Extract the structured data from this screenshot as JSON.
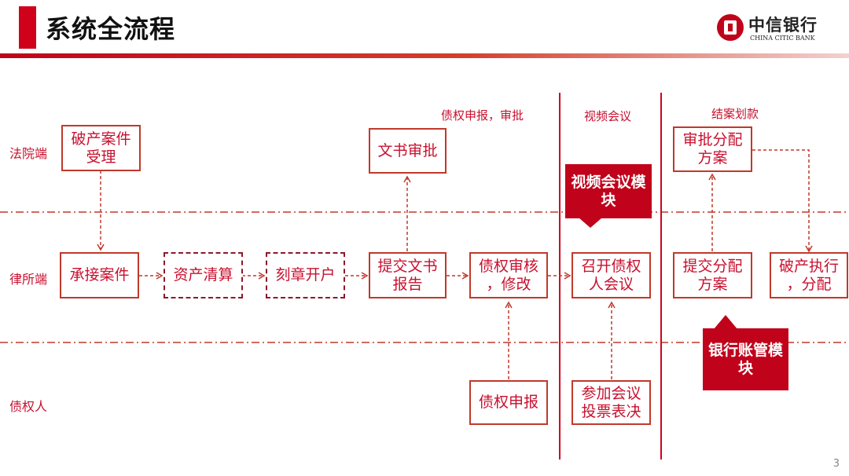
{
  "header": {
    "title": "系统全流程",
    "logo": {
      "name_cn": "中信银行",
      "name_en": "CHINA CITIC BANK"
    }
  },
  "lanes": {
    "court": "法院端",
    "law_firm": "律所端",
    "creditor": "债权人"
  },
  "sections": {
    "claim": "债权申报，审批",
    "video": "视频会议",
    "settle": "结案划款"
  },
  "boxes": {
    "case_accept": "破产案件\n受理",
    "doc_review": "文书审批",
    "approve_plan": "审批分配\n方案",
    "take_case": "承接案件",
    "asset_clear": "资产清算",
    "seal_account": "刻章开户",
    "submit_report": "提交文书\n报告",
    "claim_review": "债权审核\n，修改",
    "hold_meeting": "召开债权\n人会议",
    "submit_plan": "提交分配\n方案",
    "execute": "破产执行\n，分配",
    "claim_declare": "债权申报",
    "vote": "参加会议\n投票表决"
  },
  "callouts": {
    "video_module": "视频会议模\n块",
    "account_module": "银行账管模\n块"
  },
  "colors": {
    "brand_red": "#c0021a",
    "box_border": "#c0392b",
    "text_red": "#c8102e"
  },
  "page_number": "3"
}
